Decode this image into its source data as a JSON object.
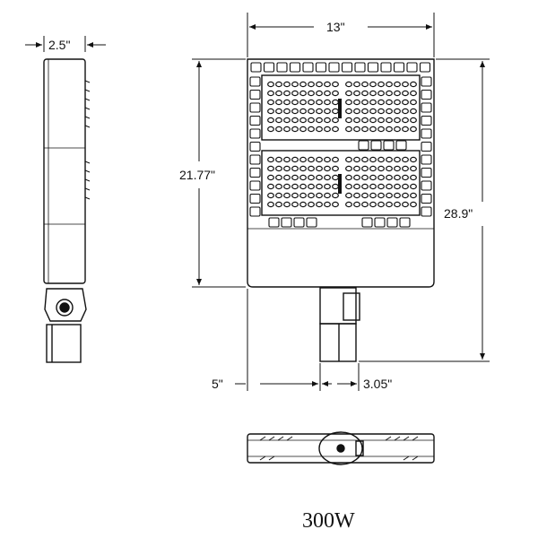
{
  "drawing": {
    "dim_width": "13\"",
    "dim_depth": "2.5\"",
    "dim_body_height": "21.77\"",
    "dim_total_height": "28.9\"",
    "dim_arm_offset": "5\"",
    "dim_arm_width": "3.05\"",
    "wattage": "300W"
  }
}
